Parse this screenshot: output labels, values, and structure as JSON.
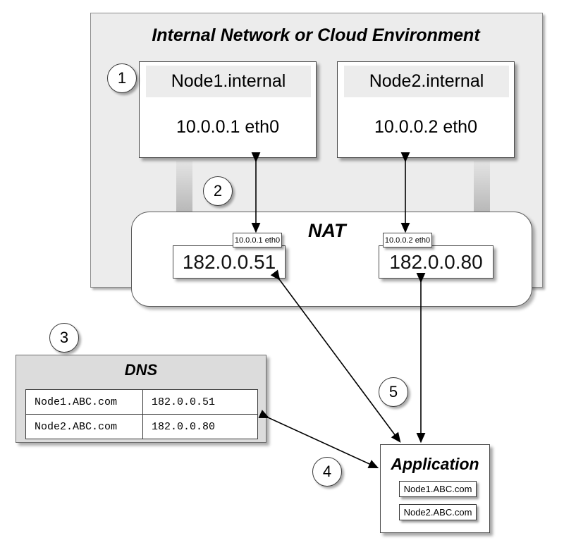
{
  "diagram": {
    "environment_label": "Internal Network or Cloud Environment",
    "nat_label": "NAT",
    "dns_label": "DNS",
    "application_label": "Application",
    "colors": {
      "panel_fill": "#ececec",
      "dns_fill": "#dcdcdc",
      "box_fill": "#ffffff",
      "stroke": "#4a4a4a",
      "block_arrow": "#a8a8a8"
    }
  },
  "nodes": [
    {
      "name": "Node1.internal",
      "interface": "10.0.0.1 eth0"
    },
    {
      "name": "Node2.internal",
      "interface": "10.0.0.2 eth0"
    }
  ],
  "nat_entries": [
    {
      "tag": "10.0.0.1 eth0",
      "public_ip": "182.0.0.51"
    },
    {
      "tag": "10.0.0.2 eth0",
      "public_ip": "182.0.0.80"
    }
  ],
  "dns_records": [
    {
      "hostname": "Node1.ABC.com",
      "address": "182.0.0.51"
    },
    {
      "hostname": "Node2.ABC.com",
      "address": "182.0.0.80"
    }
  ],
  "application_hosts": [
    {
      "label": "Node1.ABC.com"
    },
    {
      "label": "Node2.ABC.com"
    }
  ],
  "step_markers": [
    {
      "number": "1"
    },
    {
      "number": "2"
    },
    {
      "number": "3"
    },
    {
      "number": "4"
    },
    {
      "number": "5"
    }
  ]
}
